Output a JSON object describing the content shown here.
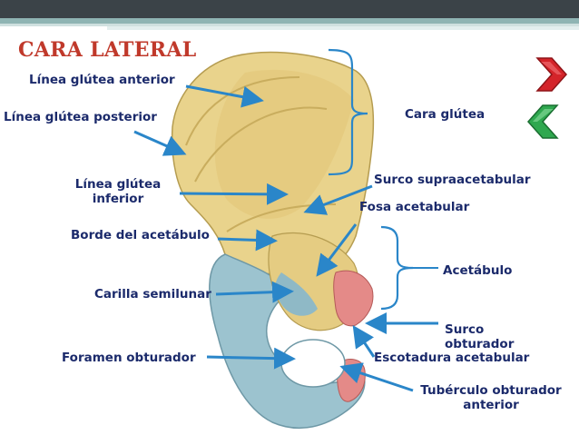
{
  "title": "CARA LATERAL",
  "labels": {
    "linea_glutea_anterior": "Línea glútea anterior",
    "linea_glutea_posterior": "Línea glútea posterior",
    "linea_glutea_inferior_1": "Línea glútea",
    "linea_glutea_inferior_2": "inferior",
    "borde_acetabulo": "Borde del acetábulo",
    "carilla_semilunar": "Carilla semilunar",
    "foramen_obturador": "Foramen obturador",
    "cara_glutea": "Cara glútea",
    "surco_supraacetabular": "Surco supraacetabular",
    "fosa_acetabular": "Fosa acetabular",
    "acetabulo": "Acetábulo",
    "surco_obturador_1": "Surco",
    "surco_obturador_2": "obturador",
    "escotadura_acetabular": "Escotadura acetabular",
    "tuberculo_obturador_1": "Tubérculo obturador",
    "tuberculo_obturador_2": "anterior"
  },
  "colors": {
    "title": "#c0392b",
    "label_text": "#1b2a6b",
    "arrow": "#2a86c9",
    "ilium": "#e9d38c",
    "ischium_pubis": "#9cc3cf",
    "acetabular_notch": "#e48a88",
    "next_button": "#d4242a",
    "prev_button": "#2fa84f"
  },
  "nav": {
    "next_icon": "chevron-right-icon",
    "prev_icon": "chevron-left-icon"
  }
}
